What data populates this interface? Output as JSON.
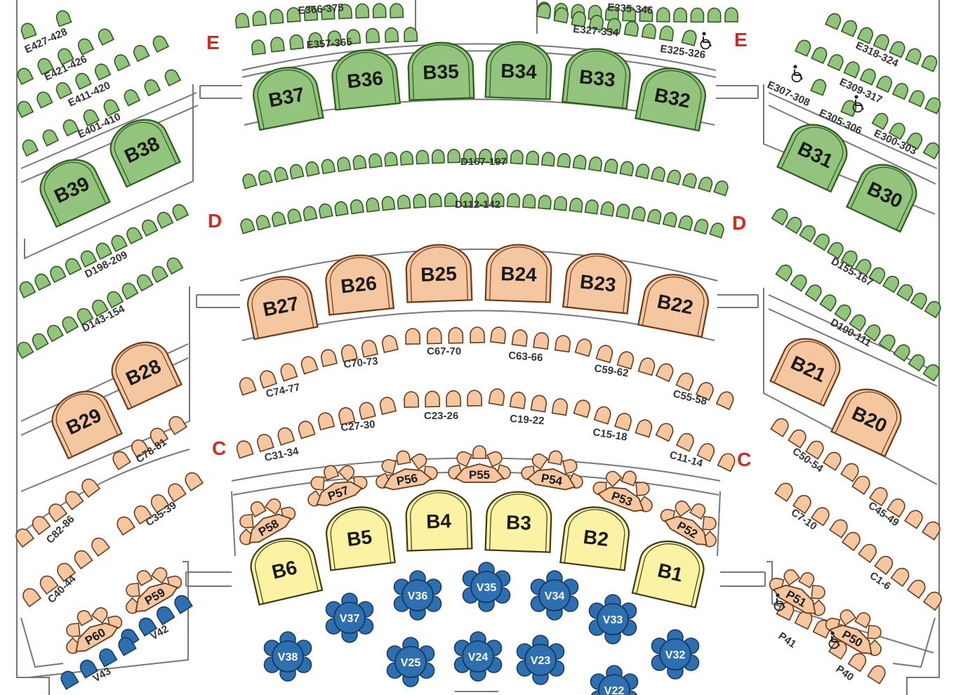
{
  "zone_letters": {
    "E": "E",
    "D": "D",
    "C": "C"
  },
  "colors": {
    "green": "#93c47d",
    "green_dark": "#2d5a1e",
    "peach": "#f4c7a0",
    "peach_dark": "#6b3a1a",
    "yellow": "#fbf2a4",
    "yellow_dark": "#3a3a1a",
    "blue": "#2e6fb0",
    "blue_dark": "#163a66",
    "zone_letter": "#e0261b",
    "line": "#555555"
  },
  "boxes": {
    "B1": "B1",
    "B2": "B2",
    "B3": "B3",
    "B4": "B4",
    "B5": "B5",
    "B6": "B6",
    "B20": "B20",
    "B21": "B21",
    "B22": "B22",
    "B23": "B23",
    "B24": "B24",
    "B25": "B25",
    "B26": "B26",
    "B27": "B27",
    "B28": "B28",
    "B29": "B29",
    "B30": "B30",
    "B31": "B31",
    "B32": "B32",
    "B33": "B33",
    "B34": "B34",
    "B35": "B35",
    "B36": "B36",
    "B37": "B37",
    "B38": "B38",
    "B39": "B39"
  },
  "rows": {
    "E366_375": "E366-375",
    "E357_365": "E357-365",
    "E335_346": "E335-346",
    "E327_334": "E327-334",
    "E325_326": "E325-326",
    "E427_428": "E427-428",
    "E421_426": "E421-426",
    "E411_420": "E411-420",
    "E401_410": "E401-410",
    "E318_324": "E318-324",
    "E309_317": "E309-317",
    "E307_308": "E307-308",
    "E305_306": "E305-306",
    "E300_303": "E300-303",
    "D167_197": "D167-197",
    "D112_142": "D112-142",
    "D198_209": "D198-209",
    "D143_154": "D143-154",
    "D155_167": "D155-167",
    "D100_111": "D100-111",
    "C74_77": "C74-77",
    "C70_73": "C70-73",
    "C67_70": "C67-70",
    "C63_66": "C63-66",
    "C59_62": "C59-62",
    "C55_58": "C55-58",
    "C31_34": "C31-34",
    "C27_30": "C27-30",
    "C23_26": "C23-26",
    "C19_22": "C19-22",
    "C15_18": "C15-18",
    "C11_14": "C11-14",
    "C78_81": "C78-81",
    "C82_86": "C82-86",
    "C35_39": "C35-39",
    "C40_44": "C40-44",
    "C50_54": "C50-54",
    "C7_10": "C7-10",
    "C45_49": "C45-49",
    "C1_6": "C1-6",
    "V42": "V42",
    "V43": "V43",
    "P41": "P41",
    "P40": "P40"
  },
  "tables": {
    "P50": "P50",
    "P51": "P51",
    "P52": "P52",
    "P53": "P53",
    "P54": "P54",
    "P55": "P55",
    "P56": "P56",
    "P57": "P57",
    "P58": "P58",
    "P59": "P59",
    "P60": "P60"
  },
  "vip_tables": {
    "V22": "V22",
    "V23": "V23",
    "V24": "V24",
    "V25": "V25",
    "V32": "V32",
    "V33": "V33",
    "V34": "V34",
    "V35": "V35",
    "V36": "V36",
    "V37": "V37",
    "V38": "V38"
  },
  "icons": [
    "wheelchair-icon"
  ]
}
